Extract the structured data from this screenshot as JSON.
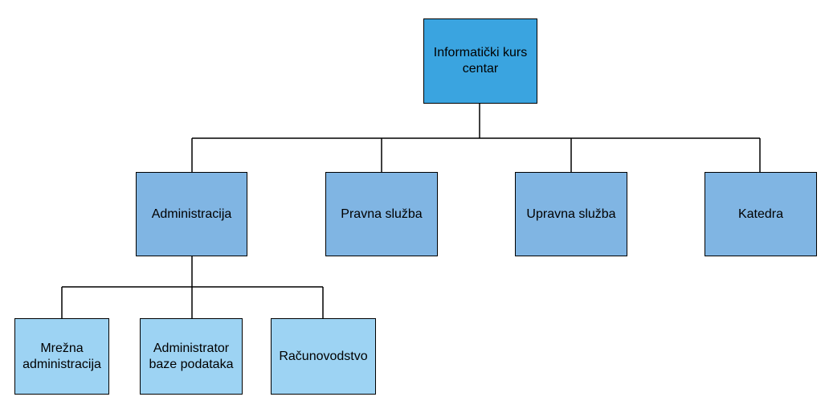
{
  "colors": {
    "root_fill": "#3aa4e0",
    "level1_fill": "#80b5e3",
    "level2_fill": "#9dd3f3",
    "line": "#000000"
  },
  "nodes": {
    "root": "Informatički kurs centar",
    "administracija": "Administracija",
    "pravna": "Pravna služba",
    "upravna": "Upravna služba",
    "katedra": "Katedra",
    "mrezna": "Mrežna administracija",
    "baze": "Administrator baze podataka",
    "racunovodstvo": "Računovodstvo"
  }
}
